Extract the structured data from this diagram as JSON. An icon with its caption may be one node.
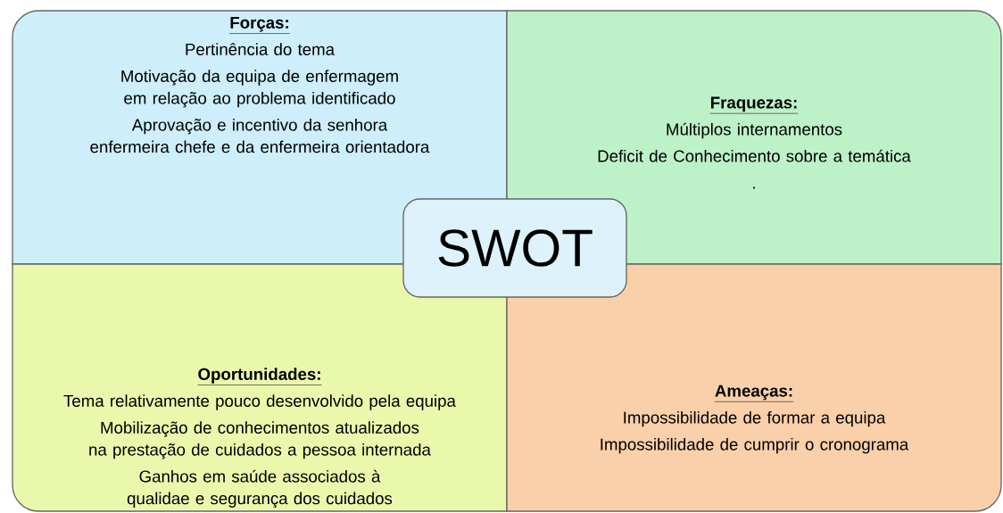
{
  "diagram": {
    "nodes": [
      {
        "text": [
          "Forças:",
          "Pertinência do tema",
          "Motivação da equipa de enfermagem em relação ao problema identificado",
          "Aprovação e incentivo da senhora enfermeira chefe e da enfermeira orientadora"
        ]
      },
      {
        "text": [
          "Fraquezas:",
          "Múltiplos internamentos",
          "Deficit de Conhecimento sobre a temática",
          "."
        ]
      },
      {
        "text": [
          "Oportunidades:",
          "Tema relativamente pouco desenvolvido pela equipa",
          "Mobilização de conhecimentos atualizados na prestação de cuidados a pessoa internada",
          "Ganhos em saúde associados à qualidae e segurança dos cuidados"
        ]
      },
      {
        "text": [
          "Ameaças:",
          "Impossibilidade de formar a equipa",
          "Impossibilidade de cumprir o cronograma"
        ]
      },
      {
        "text": [
          "SWOT"
        ]
      }
    ]
  }
}
